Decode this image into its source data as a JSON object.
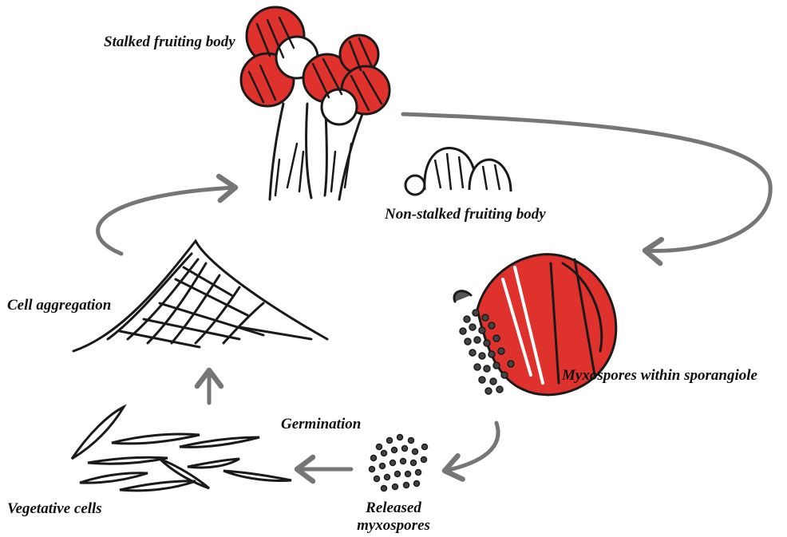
{
  "labels": {
    "stalked": "Stalked fruiting body",
    "nonstalked": "Non-stalked fruiting body",
    "aggregation": "Cell aggregation",
    "myxospores_within": "Myxospores within sporangiole",
    "germination": "Germination",
    "vegetative": "Vegetative cells",
    "released_line1": "Released",
    "released_line2": "myxospores"
  },
  "colors": {
    "ink": "#1a1a1a",
    "red": "#e0322c",
    "arrow": "#767676"
  }
}
